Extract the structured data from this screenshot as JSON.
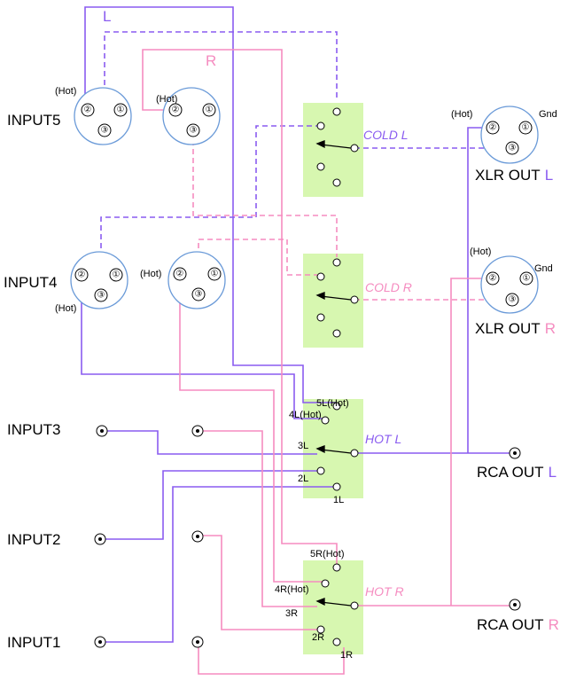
{
  "colors": {
    "left": "#8a5cf0",
    "right": "#f58cc0",
    "switch": "#d7f7b0",
    "circle": "#6a9ad8"
  },
  "channel_labels": {
    "left": "L",
    "right": "R"
  },
  "inputs": {
    "input5": "INPUT5",
    "input4": "INPUT4",
    "input3": "INPUT3",
    "input2": "INPUT2",
    "input1": "INPUT1"
  },
  "hot_label": "(Hot)",
  "gnd_label": "Gnd",
  "pins": {
    "p1": "①",
    "p2": "②",
    "p3": "③"
  },
  "outputs": {
    "xlr_left": {
      "label": "XLR OUT",
      "channel": "L"
    },
    "xlr_right": {
      "label": "XLR OUT",
      "channel": "R"
    },
    "rca_left": {
      "label": "RCA OUT",
      "channel": "L"
    },
    "rca_right": {
      "label": "RCA OUT",
      "channel": "R"
    }
  },
  "switches": {
    "cold_l": "COLD L",
    "cold_r": "COLD R",
    "hot_l": "HOT L",
    "hot_r": "HOT R"
  },
  "hot_l_contacts": {
    "c5": "5L(Hot)",
    "c4": "4L(Hot)",
    "c3": "3L",
    "c2": "2L",
    "c1": "1L"
  },
  "hot_r_contacts": {
    "c5": "5R(Hot)",
    "c4": "4R(Hot)",
    "c3": "3R",
    "c2": "2R",
    "c1": "1R"
  }
}
